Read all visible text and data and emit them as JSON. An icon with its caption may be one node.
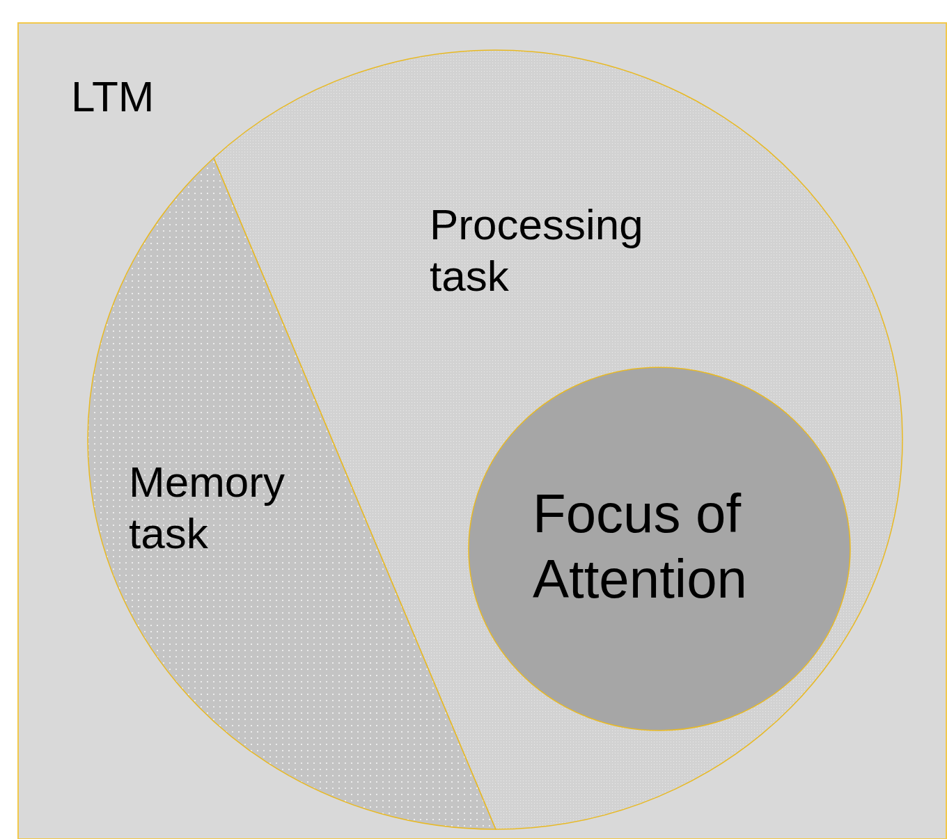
{
  "diagram": {
    "nodes": [
      {
        "text": [
          "LTM"
        ]
      },
      {
        "text": [
          "Memory task"
        ],
        "in": 0
      },
      {
        "text": [
          "Processing task"
        ],
        "in": 0
      },
      {
        "text": [
          "Focus of Attention"
        ],
        "in": 2
      }
    ]
  }
}
